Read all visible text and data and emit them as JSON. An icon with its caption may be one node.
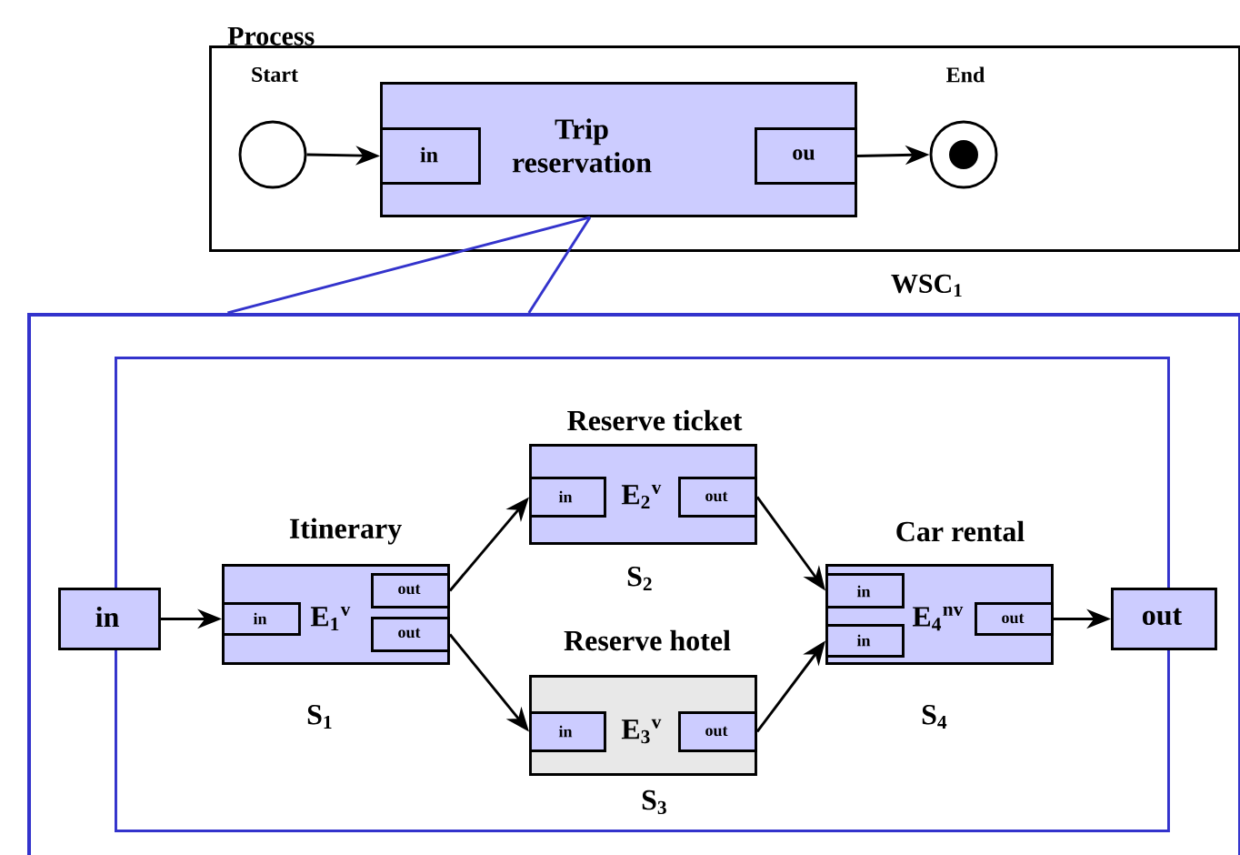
{
  "diagram": {
    "nodes": [
      {
        "text": [
          "Process"
        ],
        "beside": [
          "WSC$_{1}$"
        ]
      },
      {
        "text": [
          "Start"
        ],
        "in": 0
      },
      {
        "text": [
          "Trip reservation"
        ],
        "in": 0
      },
      {
        "text": [
          "in"
        ],
        "in": 2
      },
      {
        "text": [
          "ou"
        ],
        "in": 2
      },
      {
        "text": [
          "End"
        ],
        "in": 0
      },
      {
        "text": [],
        "shape": "box"
      },
      {
        "text": [],
        "shape": "box",
        "in": 6
      },
      {
        "text": [
          "in"
        ],
        "in": 6
      },
      {
        "text": [
          "Itinerary",
          "E$_{1}$$^{v}$"
        ],
        "beside": [
          "S$_{1}$"
        ],
        "in": 7
      },
      {
        "text": [
          "in"
        ],
        "in": 9
      },
      {
        "text": [
          "out"
        ],
        "in": 9
      },
      {
        "text": [
          "out"
        ],
        "in": 9
      },
      {
        "text": [
          "Reserve ticket",
          "E$_{2}$$^{v}$"
        ],
        "beside": [
          "S$_{2}$"
        ],
        "in": 7
      },
      {
        "text": [
          "in"
        ],
        "in": 13
      },
      {
        "text": [
          "out"
        ],
        "in": 13
      },
      {
        "text": [
          "Reserve hotel",
          "E$_{3}$$^{v}$"
        ],
        "beside": [
          "S$_{3}$"
        ],
        "in": 7
      },
      {
        "text": [
          "in"
        ],
        "in": 16
      },
      {
        "text": [
          "out"
        ],
        "in": 16
      },
      {
        "text": [
          "Car rental",
          "E$_{4}$$^{nv}$"
        ],
        "beside": [
          "S$_{4}$"
        ],
        "in": 7
      },
      {
        "text": [
          "in"
        ],
        "in": 19
      },
      {
        "text": [
          "in"
        ],
        "in": 19
      },
      {
        "text": [
          "out"
        ],
        "in": 19
      },
      {
        "text": [
          "out"
        ],
        "in": 6
      }
    ],
    "edges": [
      {
        "from": 1,
        "to": 3,
        "arrow": "to"
      },
      {
        "from": 4,
        "to": 5,
        "arrow": "to"
      },
      {
        "from": 2,
        "to": 6,
        "arrow": "none",
        "color": "#3333cc"
      },
      {
        "from": 2,
        "to": 6,
        "arrow": "none",
        "color": "#3333cc"
      },
      {
        "from": 8,
        "to": 10,
        "arrow": "to"
      },
      {
        "from": 11,
        "to": 14,
        "arrow": "to"
      },
      {
        "from": 12,
        "to": 17,
        "arrow": "to"
      },
      {
        "from": 15,
        "to": 20,
        "arrow": "to"
      },
      {
        "from": 18,
        "to": 21,
        "arrow": "to"
      },
      {
        "from": 22,
        "to": 23,
        "arrow": "to"
      }
    ]
  }
}
